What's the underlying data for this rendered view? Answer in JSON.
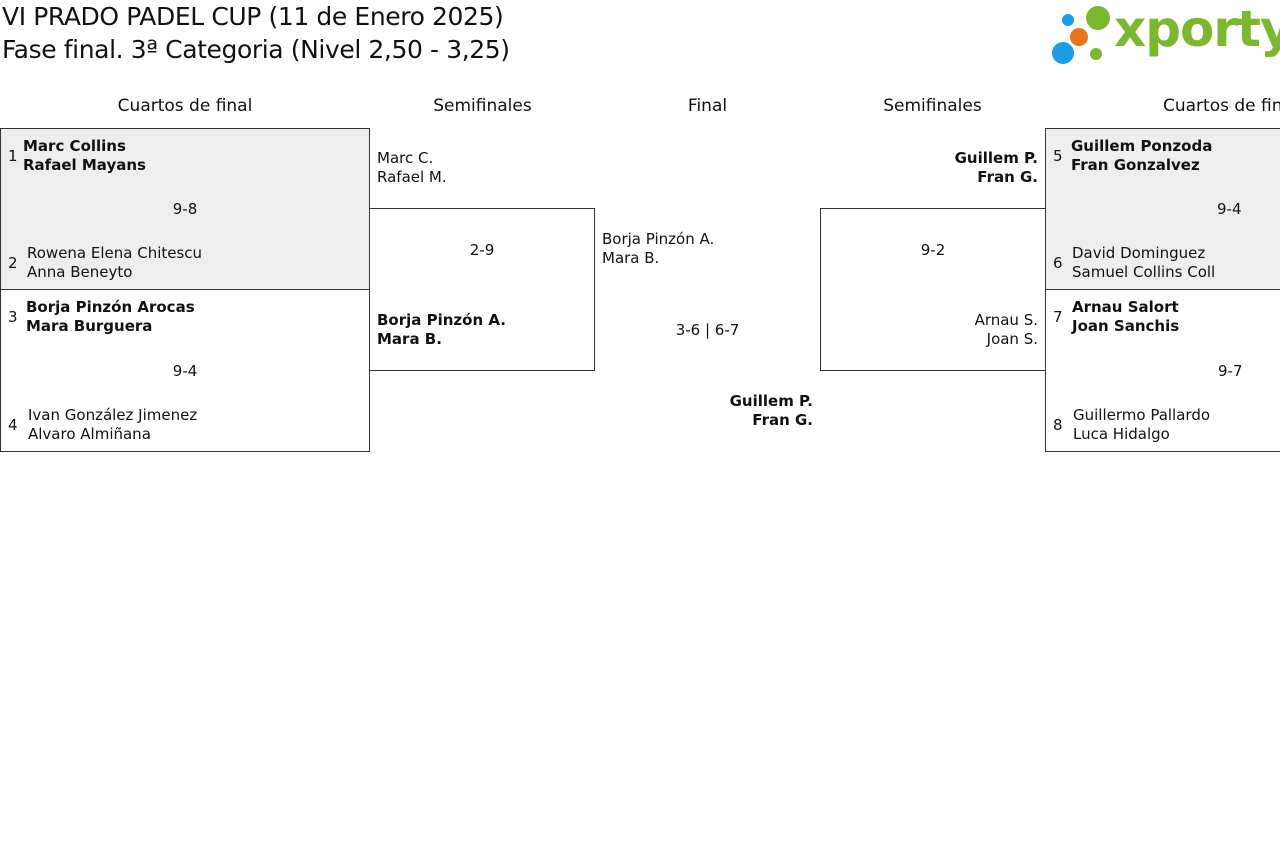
{
  "header": {
    "title_line1": "VI PRADO PADEL CUP (11 de Enero 2025)",
    "title_line2": "Fase final. 3ª Categoria (Nivel 2,50 - 3,25)"
  },
  "logo": {
    "text": "xporty",
    "colors": {
      "green": "#7cb82f",
      "blue": "#1a9ee2",
      "orange": "#e8741e"
    }
  },
  "rounds": {
    "left_quarters": "Cuartos de final",
    "left_semis": "Semifinales",
    "final": "Final",
    "right_semis": "Semifinales",
    "right_quarters": "Cuartos de final"
  },
  "quarters_left": [
    {
      "top": {
        "seed": "1",
        "p1": "Marc Collins",
        "p2": "Rafael Mayans"
      },
      "score": "9-8",
      "bottom": {
        "seed": "2",
        "p1": "Rowena Elena Chitescu",
        "p2": "Anna Beneyto"
      }
    },
    {
      "top": {
        "seed": "3",
        "p1": "Borja Pinzón Arocas",
        "p2": "Mara Burguera"
      },
      "score": "9-4",
      "bottom": {
        "seed": "4",
        "p1": "Ivan González Jimenez",
        "p2": "Alvaro Almiñana"
      }
    }
  ],
  "quarters_right": [
    {
      "top": {
        "seed": "5",
        "p1": "Guillem Ponzoda",
        "p2": "Fran Gonzalvez"
      },
      "score": "9-4",
      "bottom": {
        "seed": "6",
        "p1": "David Dominguez",
        "p2": "Samuel Collins Coll"
      }
    },
    {
      "top": {
        "seed": "7",
        "p1": "Arnau Salort",
        "p2": "Joan Sanchis"
      },
      "score": "9-7",
      "bottom": {
        "seed": "8",
        "p1": "Guillermo Pallardo",
        "p2": "Luca Hidalgo"
      }
    }
  ],
  "semi_left": {
    "top": {
      "p1": "Marc C.",
      "p2": "Rafael M."
    },
    "score": "2-9",
    "bottom": {
      "p1": "Borja Pinzón A.",
      "p2": "Mara B."
    }
  },
  "semi_right": {
    "top": {
      "p1": "Guillem P.",
      "p2": "Fran G."
    },
    "score": "9-2",
    "bottom": {
      "p1": "Arnau S.",
      "p2": "Joan S."
    }
  },
  "final": {
    "left": {
      "p1": "Borja Pinzón A.",
      "p2": "Mara B."
    },
    "score": "3-6 | 6-7",
    "right": {
      "p1": "Guillem P.",
      "p2": "Fran G."
    }
  }
}
